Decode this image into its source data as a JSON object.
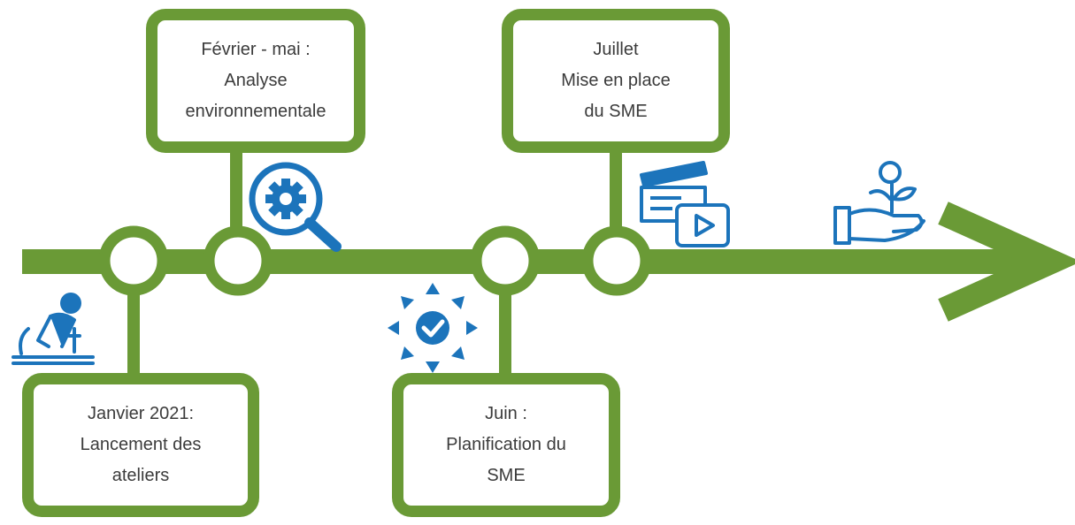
{
  "milestones": [
    {
      "id": "jan",
      "lines": [
        "Janvier 2021:",
        "Lancement des",
        "ateliers"
      ],
      "icon": "person-workshop-icon"
    },
    {
      "id": "feb",
      "lines": [
        "Février - mai :",
        "Analyse",
        "environnementale"
      ],
      "icon": "gear-magnifier-icon"
    },
    {
      "id": "jun",
      "lines": [
        "Juin :",
        "Planification du",
        "SME"
      ],
      "icon": "checkmark-arrows-icon"
    },
    {
      "id": "jul",
      "lines": [
        "Juillet",
        "Mise en place",
        "du SME"
      ],
      "icon": "clapperboard-video-icon"
    }
  ],
  "end_icon": "hand-plant-icon",
  "colors": {
    "line": "#6a9a36",
    "icon": "#1c74bb",
    "text": "#3b3b3b"
  }
}
